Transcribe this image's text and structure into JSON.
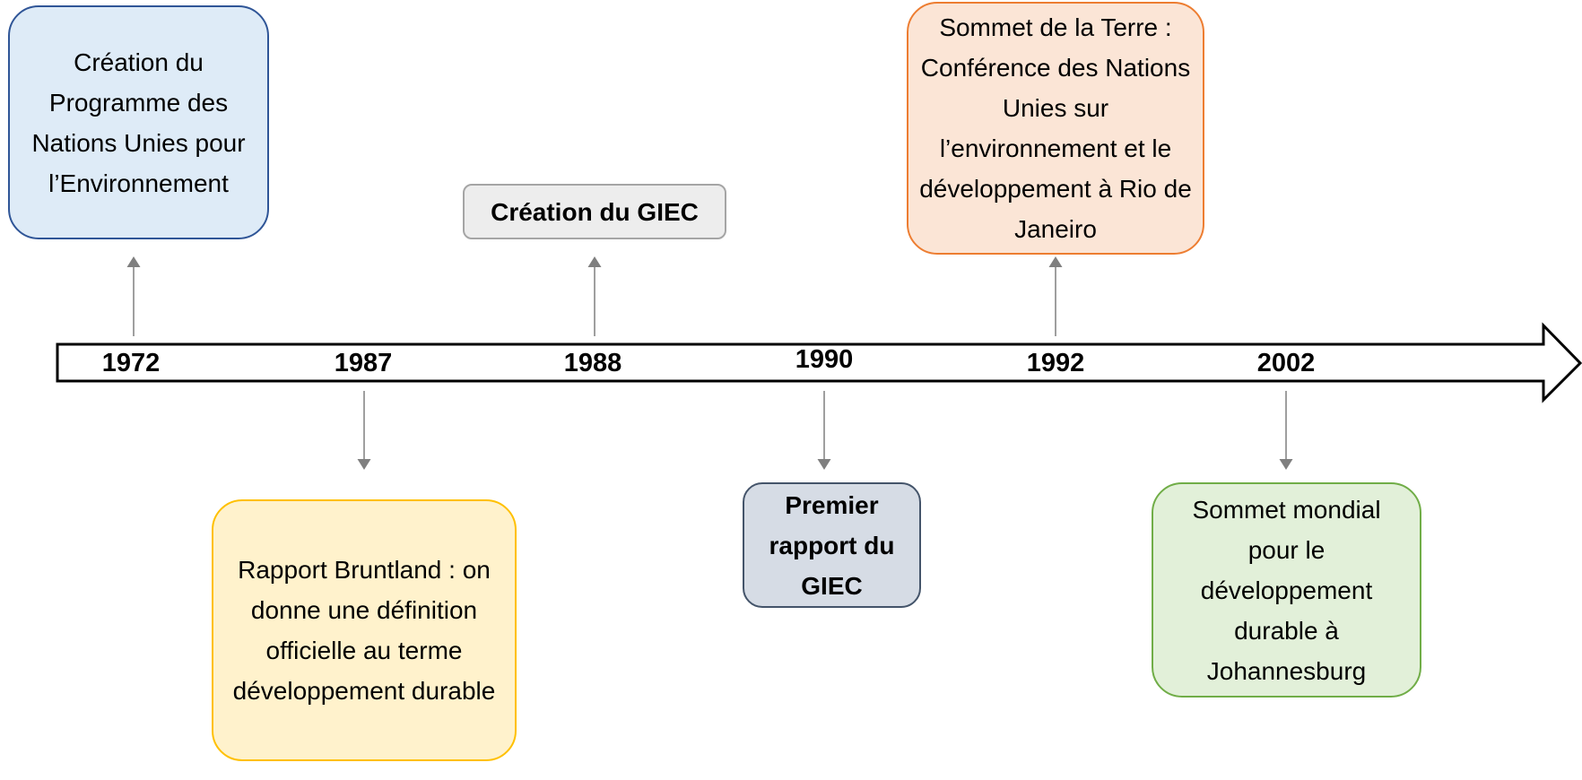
{
  "timeline": {
    "years": [
      "1972",
      "1987",
      "1988",
      "1990",
      "1992",
      "2002"
    ],
    "events": [
      {
        "year": "1972",
        "text": "Création du Programme des Nations Unies pour l’Environnement",
        "fill": "#deebf7",
        "border": "#2f5597"
      },
      {
        "year": "1987",
        "text": "Rapport Bruntland : on donne une définition officielle au terme développement durable",
        "fill": "#fff2cc",
        "border": "#ffc000"
      },
      {
        "year": "1988",
        "text": "Création du GIEC",
        "fill": "#ededed",
        "border": "#a5a5a5"
      },
      {
        "year": "1990",
        "text": "Premier rapport du GIEC",
        "fill": "#d6dce5",
        "border": "#44546a"
      },
      {
        "year": "1992",
        "text": "Sommet de la Terre : Conférence des Nations Unies sur l’environnement et le développement à Rio de Janeiro",
        "fill": "#fbe5d6",
        "border": "#ed7d31"
      },
      {
        "year": "2002",
        "text": "Sommet mondial pour le développement durable à Johannesburg",
        "fill": "#e2f0d9",
        "border": "#70ad47"
      }
    ]
  }
}
